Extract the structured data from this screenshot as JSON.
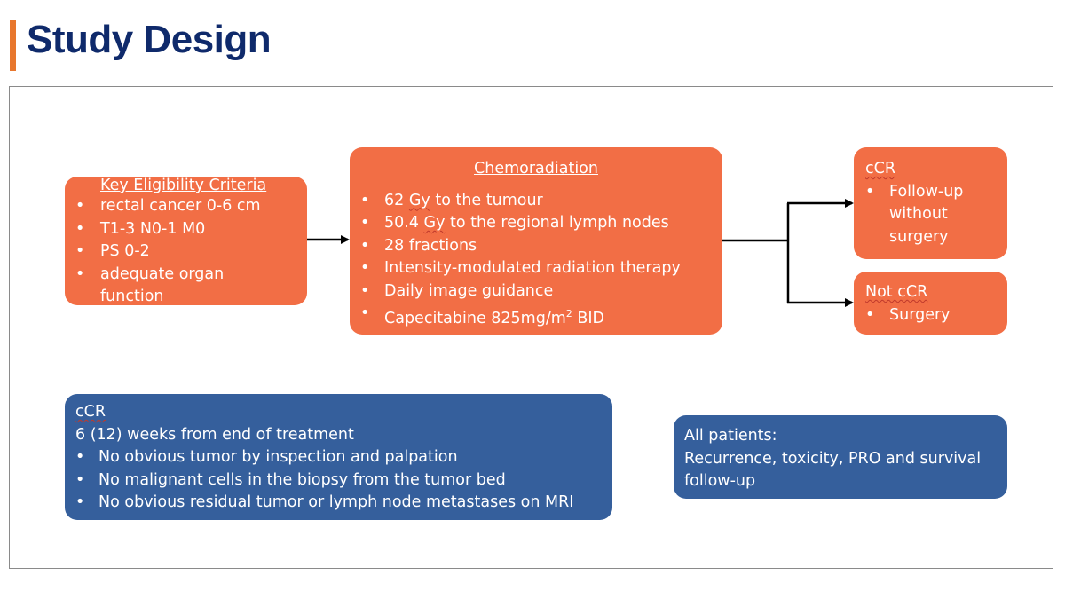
{
  "slide": {
    "title": "Study Design"
  },
  "eligibility": {
    "title": "Key Eligibility Criteria",
    "items": [
      "rectal cancer 0-6 cm",
      "T1-3 N0-1 M0",
      "PS 0-2",
      "adequate organ function"
    ]
  },
  "chemoradiation": {
    "title": "Chemoradiation",
    "items": [
      {
        "pre": "62 ",
        "wavy": "Gy",
        "post": " to the tumour"
      },
      {
        "pre": "50.4 ",
        "wavy": "Gy",
        "post": " to the regional lymph nodes"
      },
      {
        "pre": "28 fractions",
        "wavy": "",
        "post": ""
      },
      {
        "pre": "Intensity-modulated radiation therapy",
        "wavy": "",
        "post": ""
      },
      {
        "pre": "Daily image guidance",
        "wavy": "",
        "post": ""
      }
    ],
    "capecitabine": {
      "text": "Capecitabine 825mg/m",
      "sup": "2",
      "suffix": " BID"
    }
  },
  "outcome_ccr": {
    "title": "cCR",
    "items": [
      "Follow-up without surgery"
    ]
  },
  "outcome_not_ccr": {
    "title": "Not cCR",
    "items": [
      "Surgery"
    ]
  },
  "ccr_definition": {
    "title": "cCR",
    "timing": "6 (12) weeks from end of treatment",
    "items": [
      "No obvious tumor by inspection and palpation",
      "No malignant cells in the biopsy from the tumor bed",
      "No obvious residual tumor or lymph node metastases on MRI"
    ]
  },
  "all_patients": {
    "heading": "All patients:",
    "text": "Recurrence, toxicity, PRO and survival follow-up"
  },
  "colors": {
    "orange": "#f26e45",
    "blue": "#355f9c",
    "title_navy": "#0f2a6b",
    "accent": "#e8772e"
  }
}
